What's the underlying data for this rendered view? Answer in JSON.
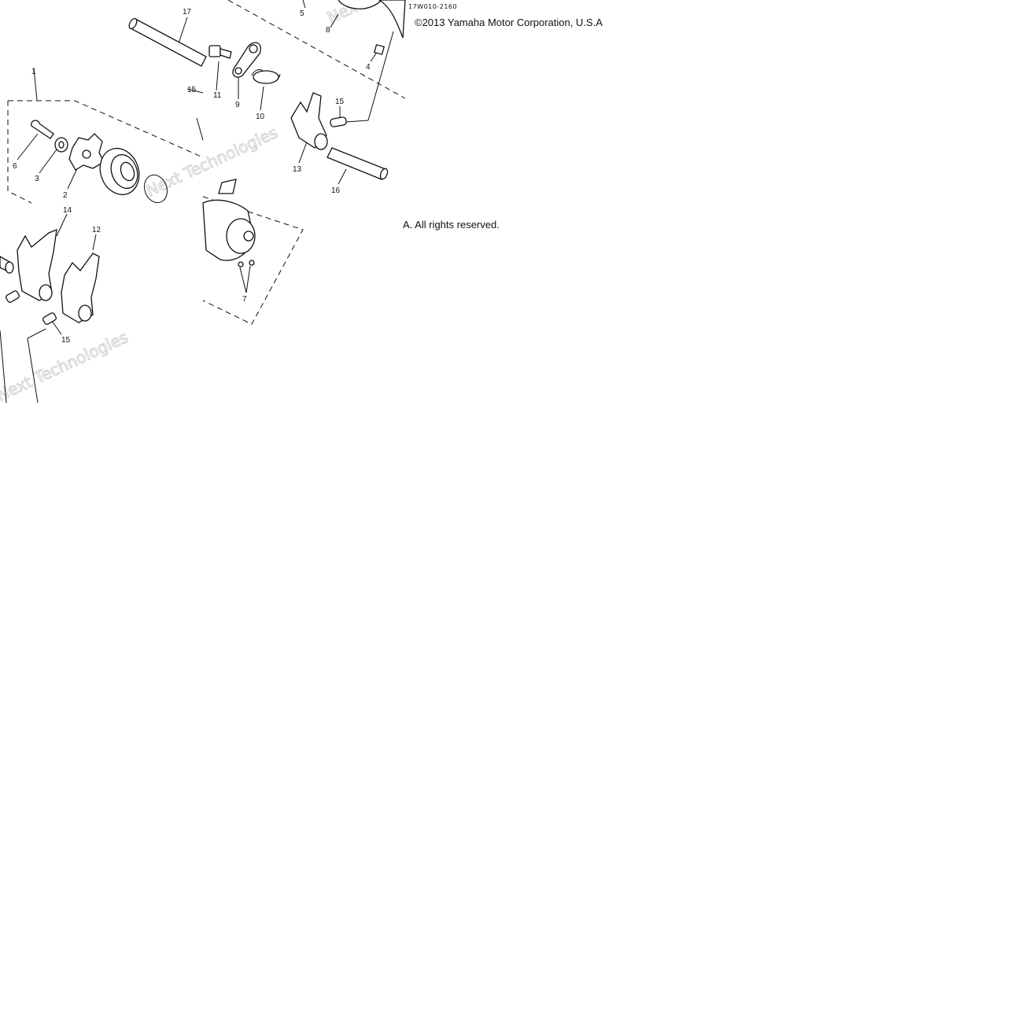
{
  "diagram": {
    "drawing_code": "17W010-2160",
    "copyright_line1": "©2013 Yamaha Motor Corporation, U.S.A",
    "copyright_line2": "A. All rights reserved.",
    "watermark_text": "Next Technologies",
    "callouts": [
      {
        "id": "c1",
        "text": "1"
      },
      {
        "id": "c2",
        "text": "2"
      },
      {
        "id": "c3",
        "text": "3"
      },
      {
        "id": "c4",
        "text": "4"
      },
      {
        "id": "c5",
        "text": "5"
      },
      {
        "id": "c6",
        "text": "6"
      },
      {
        "id": "c7",
        "text": "7"
      },
      {
        "id": "c8",
        "text": "8"
      },
      {
        "id": "c9",
        "text": "9"
      },
      {
        "id": "c10",
        "text": "10"
      },
      {
        "id": "c11",
        "text": "11"
      },
      {
        "id": "c12",
        "text": "12"
      },
      {
        "id": "c13",
        "text": "13"
      },
      {
        "id": "c14",
        "text": "14"
      },
      {
        "id": "c15a",
        "text": "15"
      },
      {
        "id": "c15b",
        "text": "15"
      },
      {
        "id": "c15c",
        "text": "15"
      },
      {
        "id": "c16",
        "text": "16"
      },
      {
        "id": "c17",
        "text": "17"
      }
    ]
  }
}
